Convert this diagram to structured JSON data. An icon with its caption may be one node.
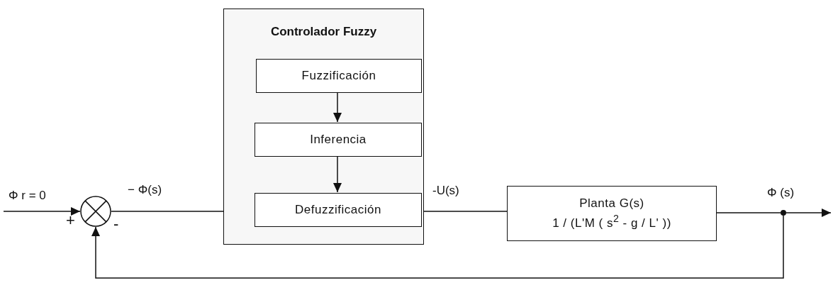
{
  "diagram": {
    "nodes": [
      {
        "text": [
          "Controlador Fuzzy"
        ]
      },
      {
        "text": [
          "Fuzzificación"
        ],
        "in": 0
      },
      {
        "text": [
          "Inferencia"
        ],
        "in": 0
      },
      {
        "text": [
          "Defuzzificación"
        ],
        "in": 0
      },
      {
        "text": [
          "Planta G(s)",
          "1 / (L'M ( s$^{2}$ - g / L' ))"
        ]
      },
      {
        "text": [],
        "shape": "circle"
      },
      {
        "text": [],
        "shape": "circle"
      }
    ],
    "edges": [
      {
        "from": null,
        "to": 5,
        "arrow": "to",
        "label": "Φ r = 0"
      },
      {
        "from": 5,
        "to": 0,
        "arrow": "none",
        "label": "− Φ(s)"
      },
      {
        "from": 1,
        "to": 2,
        "arrow": "to"
      },
      {
        "from": 2,
        "to": 3,
        "arrow": "to"
      },
      {
        "from": 0,
        "to": 4,
        "arrow": "none",
        "label": "-U(s)"
      },
      {
        "from": 4,
        "to": 6,
        "arrow": "none"
      },
      {
        "from": 6,
        "to": null,
        "arrow": "to",
        "label": "Φ (s)"
      },
      {
        "from": 6,
        "to": 5,
        "arrow": "to"
      }
    ],
    "labels": [
      "+",
      "-"
    ]
  }
}
